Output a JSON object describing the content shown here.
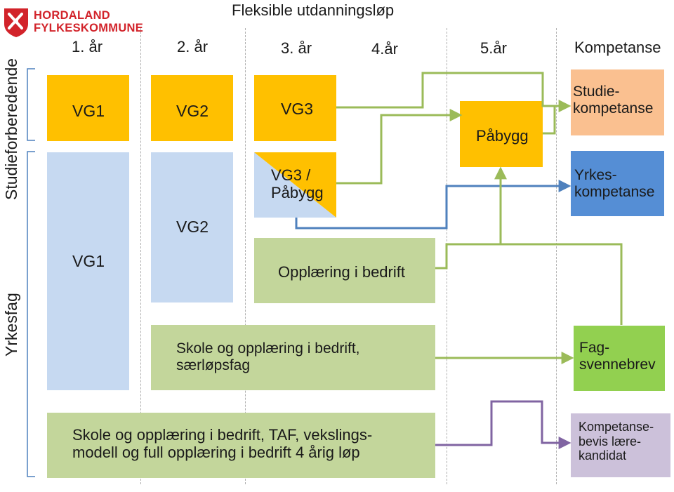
{
  "title": "Fleksible utdanningsløp",
  "logo": {
    "line1": "HORDALAND",
    "line2": "FYLKESKOMMUNE",
    "color": "#d2232a"
  },
  "years": [
    "1. år",
    "2. år",
    "3. år",
    "4.år",
    "5.år",
    "Kompetanse"
  ],
  "side_labels": {
    "top": "Studieforberedende",
    "bottom": "Yrkesfag"
  },
  "colors": {
    "orange": "#ffc000",
    "light_blue": "#c6d9f1",
    "green_box": "#c3d69b",
    "peach": "#fac090",
    "blue": "#558ed5",
    "green": "#92d050",
    "lilac": "#ccc1da",
    "arrow_green": "#9bbb59",
    "arrow_blue": "#4f81bd",
    "arrow_purple": "#8064a2"
  },
  "boxes": {
    "vg1_top": "VG1",
    "vg2_top": "VG2",
    "vg3_top": "VG3",
    "pabygg": "Påbygg",
    "vg1_bottom": "VG1",
    "vg2_bottom": "VG2",
    "vg3_pabygg": "VG3 /\nPåbygg",
    "opplaering": "Opplæring i bedrift",
    "skole_saer": "Skole og opplæring i bedrift,\nsærløpsfag",
    "skole_taf": "Skole og opplæring i bedrift, TAF, vekslings-\nmodell  og full opplæring i bedrift 4 årig løp"
  },
  "outcomes": {
    "studie": "Studie-\nkompetanse",
    "yrkes": "Yrkes-\nkompetanse",
    "fag": "Fag-\nsvennebrev",
    "kompetansebevis": "Kompetanse-\nbevis lære-\nkandidat"
  }
}
